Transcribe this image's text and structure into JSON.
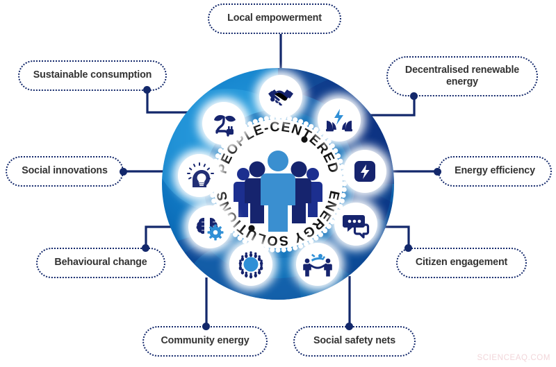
{
  "diagram": {
    "title": "People-Centered Energy Solutions",
    "center": {
      "ring_text_top": "PEOPLE-CENTERED",
      "ring_text_bottom": "ENERGY SOLUTIONS",
      "icon": "group-of-people-icon"
    },
    "colors": {
      "ring_outer": "#0b6fba",
      "ring_inner": "#1186cf",
      "ring_dark": "#10307e",
      "label_border": "#13286b",
      "label_text": "#333333",
      "connector": "#13286b",
      "icon_navy": "#16246e",
      "icon_blue": "#1f7fc4",
      "watermark": "#f2d6da"
    },
    "nodes": [
      {
        "id": "local-empowerment",
        "label": "Local empowerment",
        "icon": "handshake-icon",
        "position": "top"
      },
      {
        "id": "sustainable-consumption",
        "label": "Sustainable consumption",
        "icon": "plant-plug-icon",
        "position": "top-left"
      },
      {
        "id": "decentralised-renewable-energy",
        "label": "Decentralised renewable energy",
        "icon": "hands-lightning-icon",
        "position": "top-right"
      },
      {
        "id": "social-innovations",
        "label": "Social innovations",
        "icon": "head-lightbulb-icon",
        "position": "left"
      },
      {
        "id": "energy-efficiency",
        "label": "Energy efficiency",
        "icon": "energy-chip-icon",
        "position": "right"
      },
      {
        "id": "behavioural-change",
        "label": "Behavioural change",
        "icon": "brain-gear-icon",
        "position": "bottom-left"
      },
      {
        "id": "citizen-engagement",
        "label": "Citizen engagement",
        "icon": "speech-bubbles-icon",
        "position": "bottom-right"
      },
      {
        "id": "community-energy",
        "label": "Community energy",
        "icon": "people-circle-icon",
        "position": "bottom"
      },
      {
        "id": "social-safety-nets",
        "label": "Social safety nets",
        "icon": "safety-net-icon",
        "position": "bottom"
      }
    ]
  },
  "watermark": {
    "text": "SCIENCEAQ.COM"
  }
}
